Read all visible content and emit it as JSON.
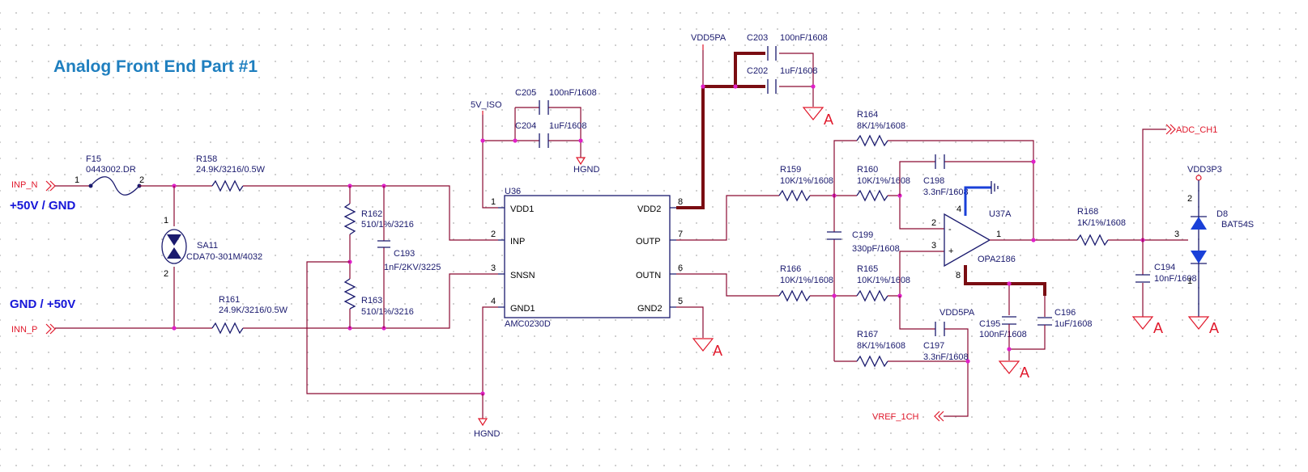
{
  "title": "Analog Front End Part #1",
  "notes": {
    "top": "+50V / GND",
    "bottom": "GND / +50V"
  },
  "ports": {
    "inp_n": "INP_N",
    "inn_p": "INN_P",
    "adc": "ADC_CH1",
    "vref": "VREF_1CH"
  },
  "power": {
    "v5iso": "5V_ISO",
    "hgnd_top": "HGND",
    "hgnd_bot": "HGND",
    "vdd5pa_top": "VDD5PA",
    "vdd5pa_mid": "VDD5PA",
    "vdd3p3": "VDD3P3"
  },
  "ground_symbol": "A",
  "components": {
    "F15": {
      "ref": "F15",
      "val": "0443002.DR",
      "pin1": "1",
      "pin2": "2"
    },
    "R158": {
      "ref": "R158",
      "val": "24.9K/3216/0.5W"
    },
    "R161": {
      "ref": "R161",
      "val": "24.9K/3216/0.5W"
    },
    "SA11": {
      "ref": "SA11",
      "val": "CDA70-301M/4032",
      "pin1": "1",
      "pin2": "2"
    },
    "R162": {
      "ref": "R162",
      "val": "510/1%/3216"
    },
    "R163": {
      "ref": "R163",
      "val": "510/1%/3216"
    },
    "C193": {
      "ref": "C193",
      "val": "1nF/2KV/3225"
    },
    "C205": {
      "ref": "C205",
      "val": "100nF/1608"
    },
    "C204": {
      "ref": "C204",
      "val": "1uF/1608"
    },
    "C203": {
      "ref": "C203",
      "val": "100nF/1608"
    },
    "C202": {
      "ref": "C202",
      "val": "1uF/1608"
    },
    "U36": {
      "ref": "U36",
      "part": "AMC0230D",
      "left_pins": [
        {
          "num": "1",
          "name": "VDD1"
        },
        {
          "num": "2",
          "name": "INP"
        },
        {
          "num": "3",
          "name": "SNSN"
        },
        {
          "num": "4",
          "name": "GND1"
        }
      ],
      "right_pins": [
        {
          "num": "8",
          "name": "VDD2"
        },
        {
          "num": "7",
          "name": "OUTP"
        },
        {
          "num": "6",
          "name": "OUTN"
        },
        {
          "num": "5",
          "name": "GND2"
        }
      ]
    },
    "R164": {
      "ref": "R164",
      "val": "8K/1%/1608"
    },
    "R159": {
      "ref": "R159",
      "val": "10K/1%/1608"
    },
    "R160": {
      "ref": "R160",
      "val": "10K/1%/1608"
    },
    "C198": {
      "ref": "C198",
      "val": "3.3nF/1608"
    },
    "C199": {
      "ref": "C199",
      "val": "330pF/1608"
    },
    "R166": {
      "ref": "R166",
      "val": "10K/1%/1608"
    },
    "R165": {
      "ref": "R165",
      "val": "10K/1%/1608"
    },
    "R167": {
      "ref": "R167",
      "val": "8K/1%/1608"
    },
    "C197": {
      "ref": "C197",
      "val": "3.3nF/1608"
    },
    "U37A": {
      "ref": "U37A",
      "part": "OPA2186",
      "pin_out": "1",
      "pin_inm": "2",
      "pin_inp": "3",
      "pin_vcc": "4",
      "pin_vee": "8",
      "minus": "-",
      "plus": "+"
    },
    "C195": {
      "ref": "C195",
      "val": "100nF/1608"
    },
    "C196": {
      "ref": "C196",
      "val": "1uF/1608"
    },
    "R168": {
      "ref": "R168",
      "val": "1K/1%/1608"
    },
    "C194": {
      "ref": "C194",
      "val": "10nF/1608"
    },
    "D8": {
      "ref": "D8",
      "val": "BAT54S",
      "pin1": "1",
      "pin2": "2",
      "pin3": "3"
    }
  },
  "colors": {
    "wire": "#8b0a32",
    "bus": "#7a0d12",
    "component": "#1a1a6e",
    "port": "#e0182b",
    "junction": "#e020c8",
    "title": "#1f7fbf",
    "note": "#1515d8"
  }
}
